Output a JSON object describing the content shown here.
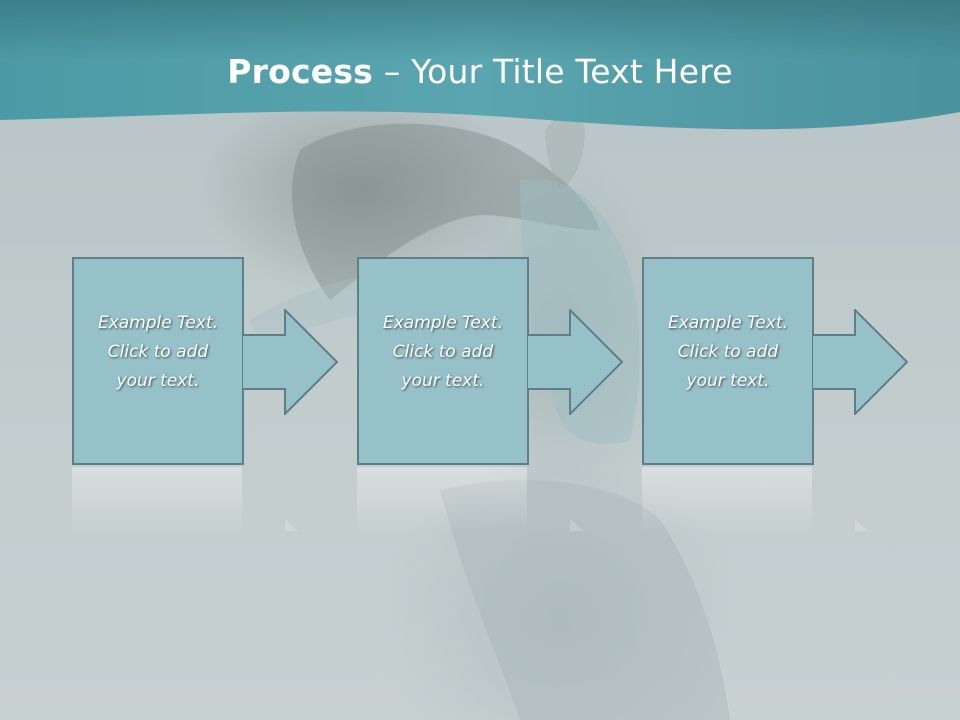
{
  "title": {
    "bold": "Process",
    "rest": " – Your Title Text Here"
  },
  "steps": [
    {
      "lines": [
        "Example Text.",
        "Click  to add",
        "your text."
      ]
    },
    {
      "lines": [
        "Example Text.",
        "Click  to add",
        "your text."
      ]
    },
    {
      "lines": [
        "Example Text.",
        "Click  to add",
        "your text."
      ]
    }
  ],
  "colors": {
    "band": "#4e98a3",
    "box_fill": "#97c1c8",
    "box_border": "#5e7f86",
    "background": "#bcc7c8"
  }
}
